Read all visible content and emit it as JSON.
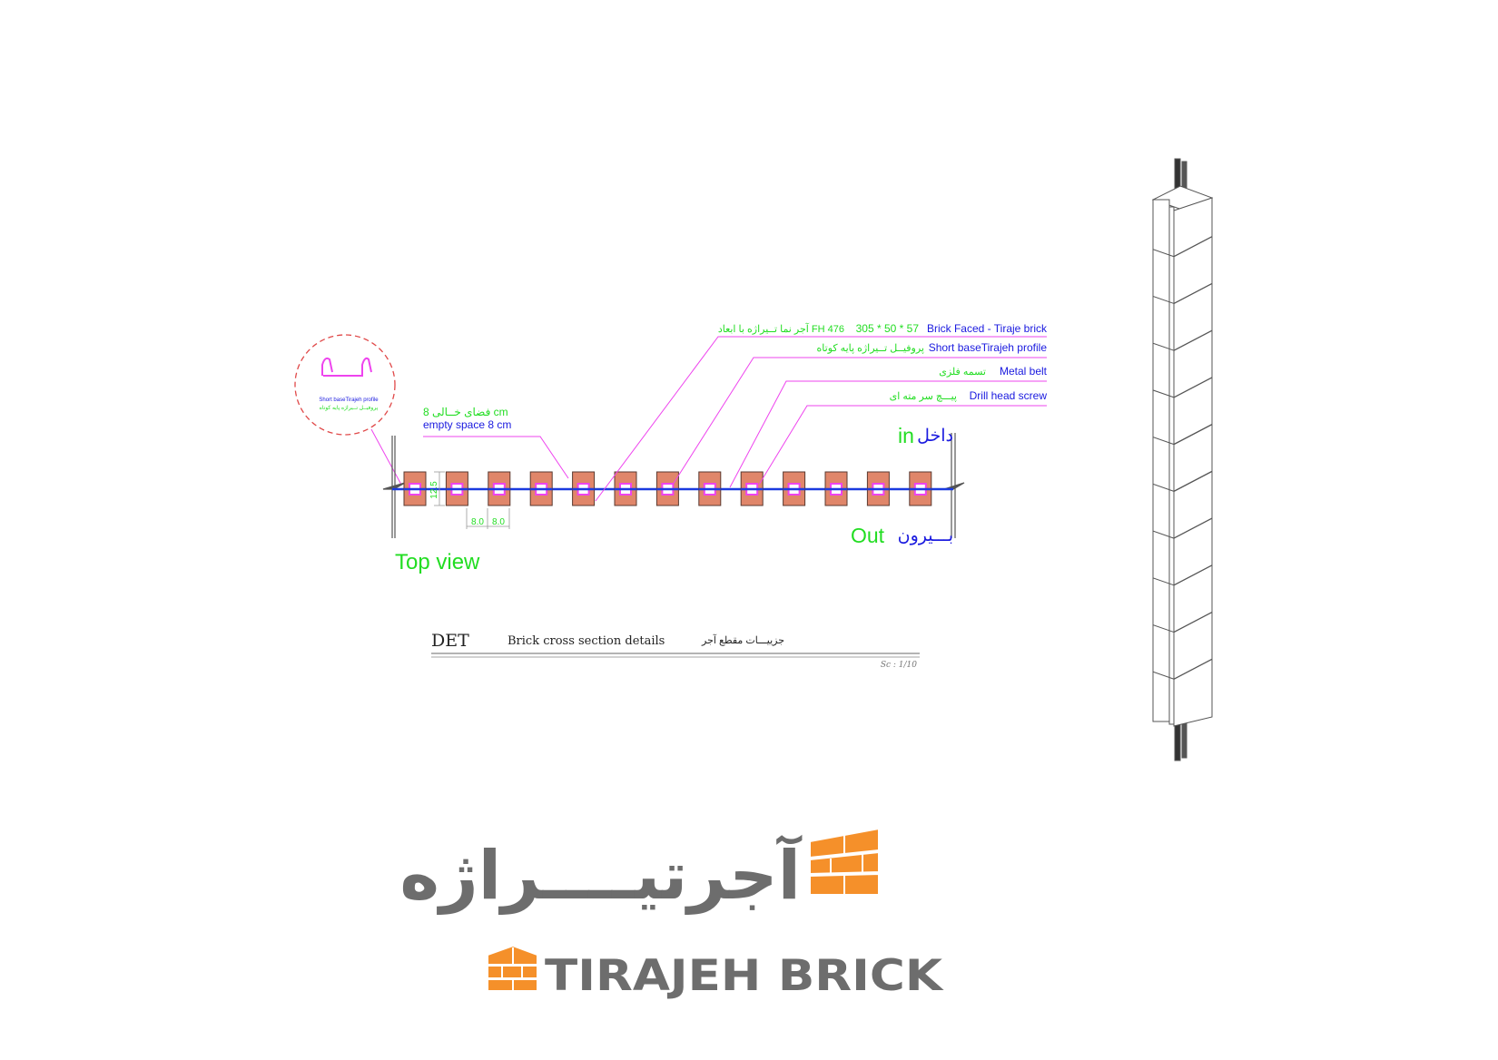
{
  "colors": {
    "green": "#22dd22",
    "blue": "#1a1adf",
    "magenta": "#ee44ee",
    "brick": "#e0866a",
    "orange": "#f5902a",
    "grey": "#6d6d6d"
  },
  "callouts": [
    {
      "fa": "آجر نما تــیراژه با ابعاد FH 476",
      "dims": "305 * 50 * 57",
      "en": "Brick Faced - Tiraje brick"
    },
    {
      "fa": "پروفیــل تــیراژه پایه کوتاه",
      "en": "Short baseTirajeh profile"
    },
    {
      "fa": "تسمه فلزی",
      "en": "Metal belt"
    },
    {
      "fa": "پیـــچ سر مته ای",
      "en": "Drill head screw"
    }
  ],
  "detail_circle": {
    "en": "Short baseTirajeh profile",
    "fa": "پروفیــل تــیراژه پایه کوتاه"
  },
  "empty_space": {
    "fa": "فضای خــالی 8 cm",
    "en": "empty space  8 cm"
  },
  "inside": {
    "en": "in",
    "fa": "داخل"
  },
  "outside": {
    "en": "Out",
    "fa": "بـــیرون"
  },
  "top_view": "Top view",
  "dimensions": {
    "height": "12.5",
    "gap1": "8.0",
    "gap2": "8.0"
  },
  "title_block": {
    "code": "DET",
    "title_en": "Brick cross section details",
    "title_fa": "جزییـــات مقطع آجر",
    "scale": "Sc : 1/10"
  },
  "brick_count": 13,
  "logo": {
    "fa": "آجرتیــــراژه",
    "en": "TIRAJEH BRICK"
  }
}
